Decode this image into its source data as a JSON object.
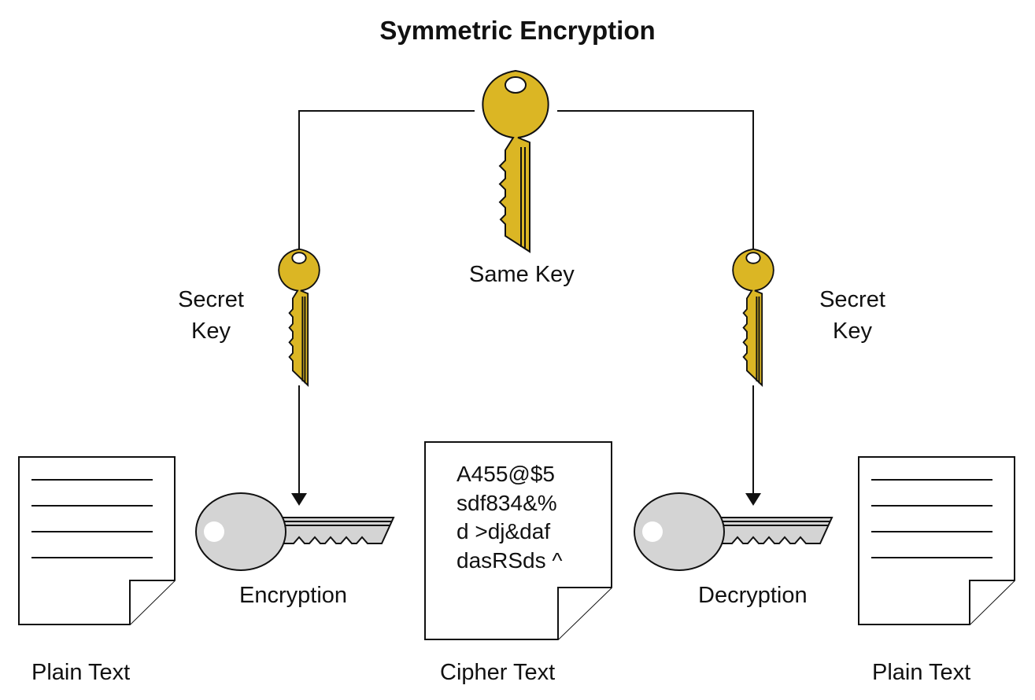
{
  "title": "Symmetric Encryption",
  "labels": {
    "same_key": "Same Key",
    "secret_key_left": [
      "Secret",
      "Key"
    ],
    "secret_key_right": [
      "Secret",
      "Key"
    ],
    "encryption": "Encryption",
    "decryption": "Decryption",
    "plain_text_left": "Plain Text",
    "cipher_text": "Cipher Text",
    "plain_text_right": "Plain Text"
  },
  "cipher_lines": [
    "A455@$5",
    "sdf834&%",
    "d >dj&daf",
    "dasRSds ^"
  ],
  "colors": {
    "gold_key": "#dbb624",
    "silver_key": "#d4d4d4",
    "line": "#111111",
    "paper": "#ffffff"
  },
  "icons": [
    "key-gold-icon",
    "key-silver-icon",
    "document-icon",
    "arrow-down-icon"
  ]
}
